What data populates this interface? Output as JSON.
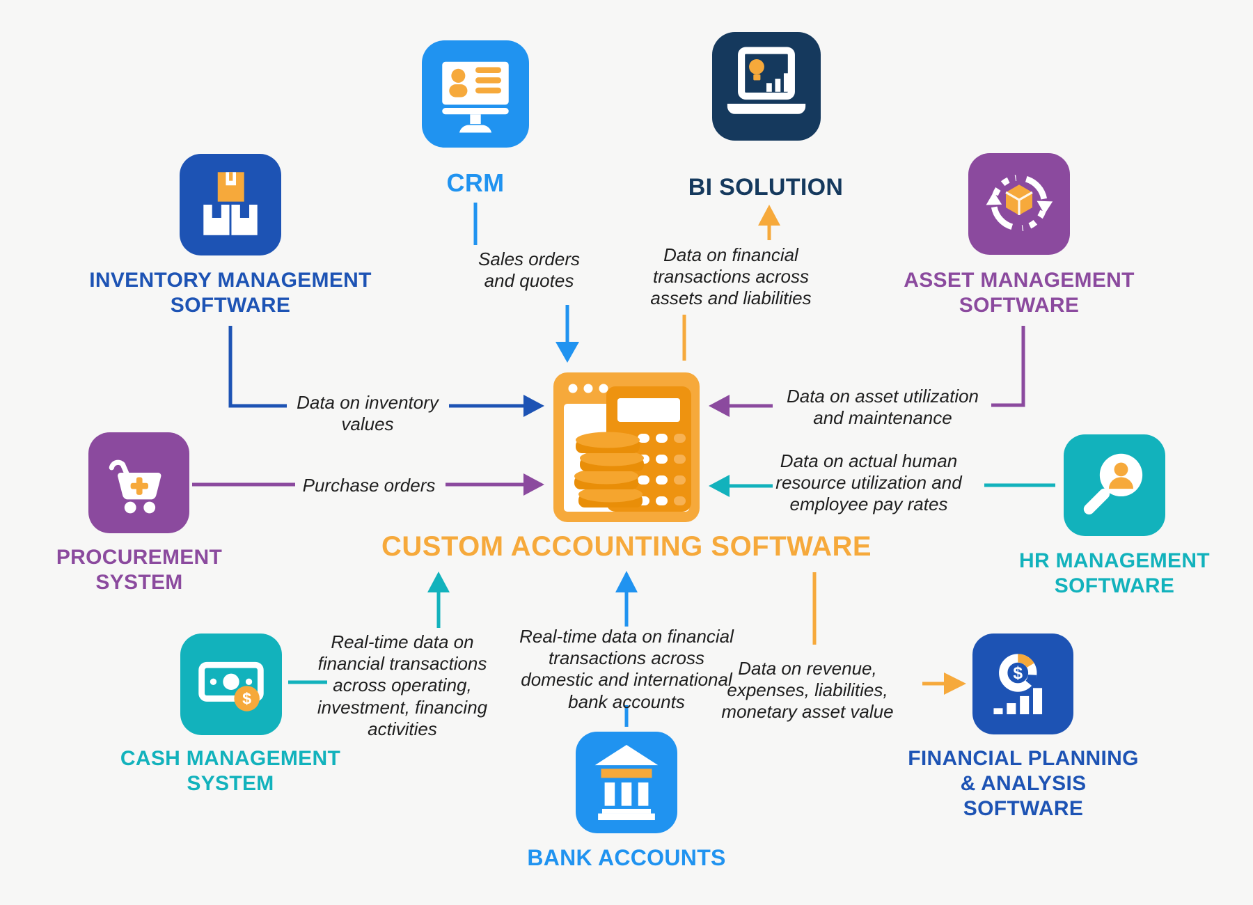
{
  "colors": {
    "background": "#F7F7F6",
    "bright_blue": "#2093F0",
    "navy": "#15395D",
    "royal_blue": "#1D53B4",
    "purple": "#8B4A9E",
    "teal": "#12B2BC",
    "orange": "#F6A93B",
    "orange_dark": "#EE9310",
    "orange_light": "#F7B254",
    "label_text": "#1E1E1E"
  },
  "nodes": {
    "center": {
      "label": "CUSTOM ACCOUNTING SOFTWARE",
      "icon": "accounting-browser-calculator-coins-icon",
      "color": "#F6A93B"
    },
    "crm": {
      "label": "CRM",
      "icon": "crm-monitor-contact-icon",
      "color": "#2093F0"
    },
    "bi": {
      "label": "BI SOLUTION",
      "icon": "bi-laptop-chart-bulb-icon",
      "color": "#15395D"
    },
    "inventory": {
      "label": "INVENTORY MANAGEMENT\nSOFTWARE",
      "icon": "inventory-stacked-boxes-icon",
      "color": "#1D53B4"
    },
    "asset": {
      "label": "ASSET MANAGEMENT\nSOFTWARE",
      "icon": "asset-sync-cube-icon",
      "color": "#8B4A9E"
    },
    "procurement": {
      "label": "PROCUREMENT\nSYSTEM",
      "icon": "procurement-cart-plus-icon",
      "color": "#8B4A9E"
    },
    "hr": {
      "label": "HR MANAGEMENT\nSOFTWARE",
      "icon": "hr-magnifier-person-icon",
      "color": "#12B2BC"
    },
    "cash": {
      "label": "CASH MANAGEMENT\nSYSTEM",
      "icon": "cash-banknote-coin-icon",
      "color": "#12B2BC"
    },
    "bank": {
      "label": "BANK ACCOUNTS",
      "icon": "bank-building-icon",
      "color": "#2093F0"
    },
    "fp": {
      "label": "FINANCIAL PLANNING\n& ANALYSIS\nSOFTWARE",
      "icon": "financial-planning-donut-bars-icon",
      "color": "#1D53B4"
    }
  },
  "flows": {
    "crm_to_center": {
      "from": "crm",
      "to": "center",
      "label": "Sales orders\nand quotes",
      "color": "#2093F0"
    },
    "center_to_bi": {
      "from": "center",
      "to": "bi",
      "label": "Data on financial\ntransactions across\nassets and liabilities",
      "color": "#F6A93B"
    },
    "inventory_to_center": {
      "from": "inventory",
      "to": "center",
      "label": "Data on inventory\nvalues",
      "color": "#1D53B4"
    },
    "procurement_to_center": {
      "from": "procurement",
      "to": "center",
      "label": "Purchase orders",
      "color": "#8B4A9E"
    },
    "asset_to_center": {
      "from": "asset",
      "to": "center",
      "label": "Data on asset utilization\nand maintenance",
      "color": "#8B4A9E"
    },
    "hr_to_center": {
      "from": "hr",
      "to": "center",
      "label": "Data on actual human\nresource utilization and\nemployee pay rates",
      "color": "#12B2BC"
    },
    "cash_to_center": {
      "from": "cash",
      "to": "center",
      "label": "Real-time data on\nfinancial transactions\nacross operating,\ninvestment, financing\nactivities",
      "color": "#12B2BC"
    },
    "bank_to_center": {
      "from": "bank",
      "to": "center",
      "label": "Real-time data on financial\ntransactions across\ndomestic and international\nbank accounts",
      "color": "#2093F0"
    },
    "center_to_fp": {
      "from": "center",
      "to": "fp",
      "label": "Data on revenue,\nexpenses, liabilities,\nmonetary asset value",
      "color": "#F6A93B"
    }
  }
}
